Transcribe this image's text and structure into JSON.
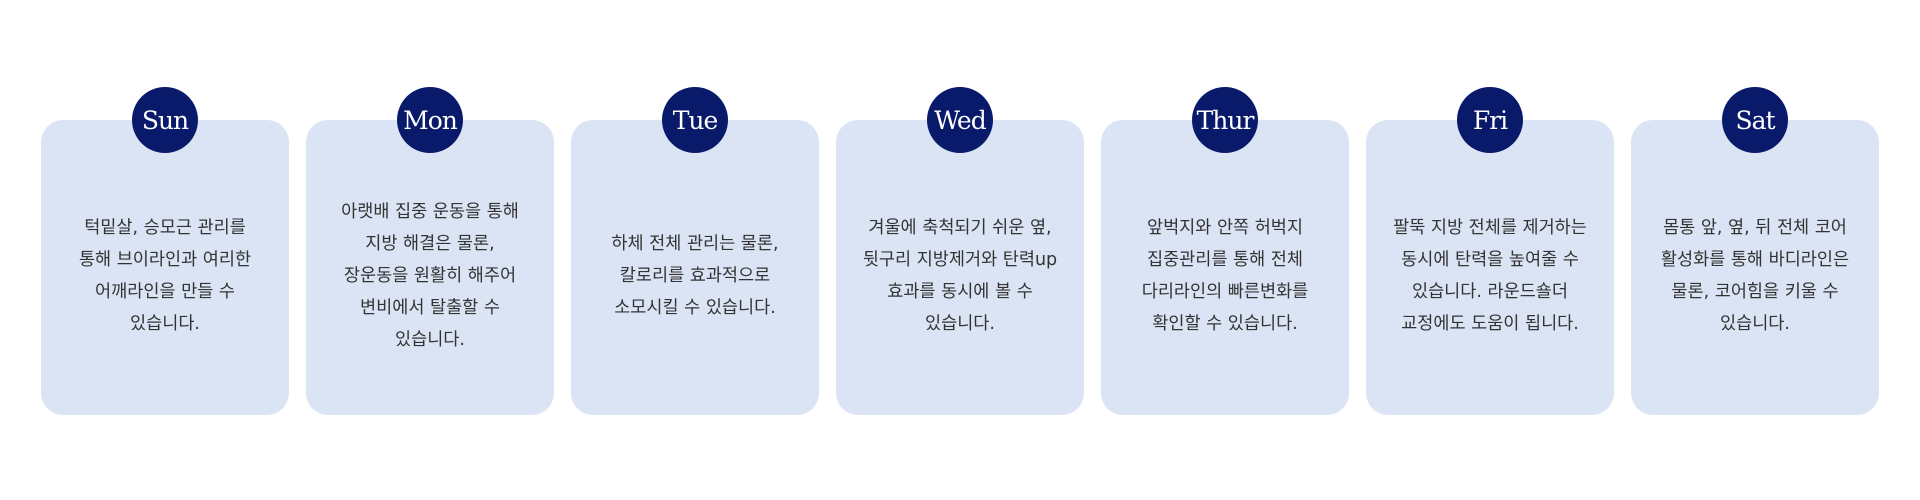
{
  "schedule": {
    "days": [
      {
        "label": "Sun",
        "description": "턱밑살, 승모근 관리를\n통해 브이라인과 여리한\n어깨라인을 만들 수\n있습니다."
      },
      {
        "label": "Mon",
        "description": "아랫배 집중 운동을 통해\n지방 해결은 물론,\n장운동을 원활히 해주어\n변비에서 탈출할 수\n있습니다."
      },
      {
        "label": "Tue",
        "description": "하체 전체 관리는 물론,\n칼로리를 효과적으로\n소모시킬 수 있습니다."
      },
      {
        "label": "Wed",
        "description": "겨울에 축척되기 쉬운 옆,\n뒷구리 지방제거와 탄력up\n효과를 동시에 볼 수\n있습니다."
      },
      {
        "label": "Thur",
        "description": "앞벅지와 안쪽 허벅지\n집중관리를 통해 전체\n다리라인의 빠른변화를\n확인할 수 있습니다."
      },
      {
        "label": "Fri",
        "description": "팔뚝 지방 전체를 제거하는\n동시에 탄력을 높여줄 수\n있습니다. 라운드숄더\n교정에도 도움이 됩니다."
      },
      {
        "label": "Sat",
        "description": "몸통 앞, 옆, 뒤 전체 코어\n활성화를 통해 바디라인은\n물론, 코어힘을 키울 수\n있습니다."
      }
    ]
  },
  "colors": {
    "badge": "#0a1a6b",
    "card": "#dbe4f5",
    "text": "#333333"
  }
}
